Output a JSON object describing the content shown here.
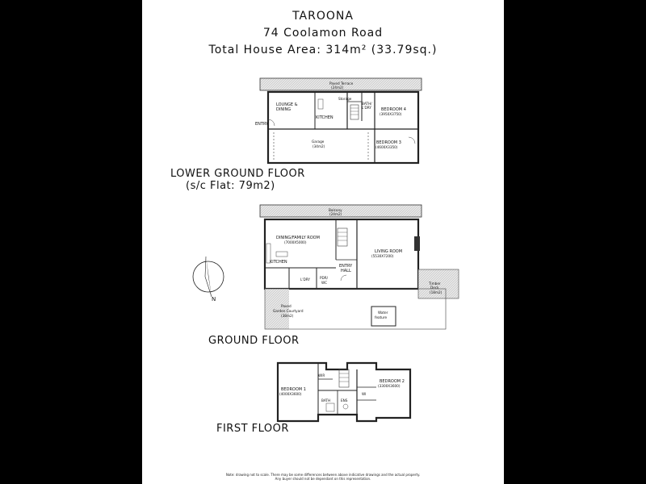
{
  "header": {
    "suburb": "TAROONA",
    "address": "74 Coolamon Road",
    "area": "Total House Area: 314m² (33.79sq.)"
  },
  "lower_ground": {
    "label": "LOWER GROUND FLOOR",
    "sublabel": "(s/c Flat: 79m2)",
    "rooms": {
      "terrace": "Paved Terrace",
      "terrace_area": "(24m2)",
      "lounge_1": "LOUNGE &",
      "lounge_2": "DINING",
      "storage": "Storage",
      "bath_1": "BATH/",
      "bath_2": "L'DRY",
      "bed4": "BEDROOM 4",
      "bed4_size": "(3950X3750)",
      "kitchen": "KITCHEN",
      "entry": "ENTRY",
      "garage": "Garage",
      "garage_area": "(34m2)",
      "bed3": "BEDROOM 3",
      "bed3_size": "(4600X3350)"
    }
  },
  "ground": {
    "label": "GROUND FLOOR",
    "rooms": {
      "balcony": "Balcony",
      "balcony_area": "(24m2)",
      "dining": "DINING/FAMILY ROOM",
      "dining_size": "(7000X5000)",
      "living": "LIVING ROOM",
      "living_size": "(5530X7200)",
      "kitchen": "KITCHEN",
      "entry_1": "ENTRY",
      "entry_2": "HALL",
      "ldry": "L'DRY",
      "pdr": "PDR/",
      "wc": "WC",
      "deck": "Timber",
      "deck_2": "Deck",
      "deck_area": "(18m2)",
      "courtyard": "Paved",
      "courtyard_2": "Garden Courtyard",
      "courtyard_area": "(38m2)",
      "water_1": "Water",
      "water_2": "feature"
    }
  },
  "first": {
    "label": "FIRST FLOOR",
    "rooms": {
      "bed1": "BEDROOM 1",
      "bed1_size": "(4000X3600)",
      "bed2": "BEDROOM 2",
      "bed2_size": "(3300X3600)",
      "wir": "WIR",
      "wi": "WI",
      "ens": "ENS",
      "bath": "BATH"
    }
  },
  "compass": {
    "north": "N"
  },
  "footnote": {
    "line1": "Note: drawing not to scale. There may be some differences between above indicative drawings and the actual property.",
    "line2": "Any buyer should not be dependant on this representation."
  },
  "colors": {
    "background": "#000000",
    "paper": "#ffffff",
    "wall": "#222222",
    "shade": "#d8d8d8"
  }
}
